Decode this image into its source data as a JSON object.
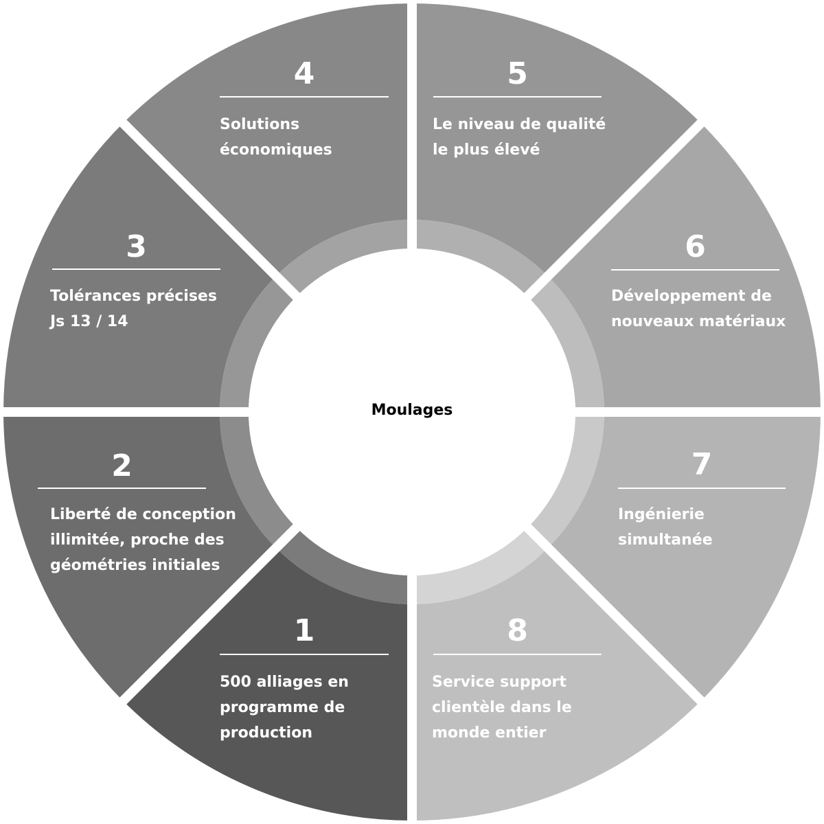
{
  "center": {
    "label": "Moulages"
  },
  "segments": [
    {
      "number": "1",
      "text": "500 alliages en\nprogramme de\nproduction",
      "color": "#575757",
      "ring": "#7b7b7b"
    },
    {
      "number": "2",
      "text": "Liberté de conception\nillimitée, proche des\ngéométries initiales",
      "color": "#6d6d6d",
      "ring": "#8c8c8c"
    },
    {
      "number": "3",
      "text": "Tolérances précises\nJs 13 / 14",
      "color": "#7b7b7b",
      "ring": "#979797"
    },
    {
      "number": "4",
      "text": "Solutions\néconomiques",
      "color": "#888888",
      "ring": "#a3a3a3"
    },
    {
      "number": "5",
      "text": "Le niveau de qualité\nle plus élevé",
      "color": "#969696",
      "ring": "#b0b0b0"
    },
    {
      "number": "6",
      "text": "Développement de\nnouveaux matériaux",
      "color": "#a7a7a7",
      "ring": "#bdbdbd"
    },
    {
      "number": "7",
      "text": "Ingénierie\nsimultanée",
      "color": "#b4b4b4",
      "ring": "#c9c9c9"
    },
    {
      "number": "8",
      "text": "Service support\nclientèle dans le\nmonde entier",
      "color": "#bfbfbf",
      "ring": "#d4d4d4"
    }
  ]
}
